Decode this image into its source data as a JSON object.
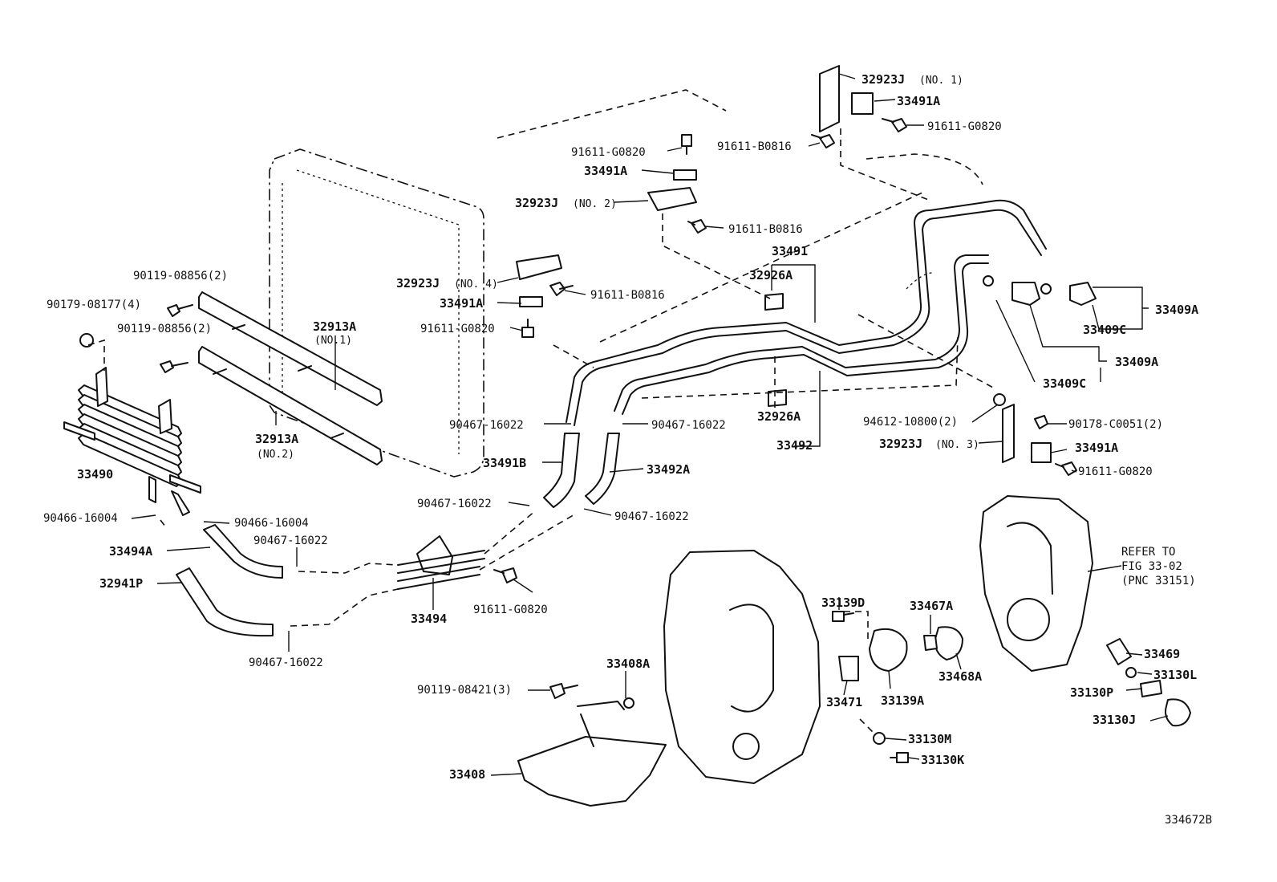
{
  "labels": {
    "l_32923j_no1": "32923J",
    "s_no1": "(NO. 1)",
    "l_33491a_1": "33491A",
    "l_91611g_1": "91611-G0820",
    "l_91611b_1": "91611-B0816",
    "l_91611g_2": "91611-G0820",
    "l_33491a_2": "33491A",
    "l_32923j_no2": "32923J",
    "s_no2": "(NO. 2)",
    "l_91611b_2": "91611-B0816",
    "l_33491": "33491",
    "l_32926a_1": "32926A",
    "l_32923j_no4": "32923J",
    "s_no4": "(NO. 4)",
    "l_91611b_3": "91611-B0816",
    "l_33491a_3": "33491A",
    "l_91611g_3": "91611-G0820",
    "l_90119_1": "90119-08856(2)",
    "l_90179": "90179-08177(4)",
    "l_90119_2": "90119-08856(2)",
    "l_32913a_1": "32913A",
    "s_32913a_no1": "(NO.1)",
    "l_32913a_2": "32913A",
    "s_32913a_no2": "(NO.2)",
    "l_33490": "33490",
    "l_33409a_1": "33409A",
    "l_33409c_1": "33409C",
    "l_33409a_2": "33409A",
    "l_33409c_2": "33409C",
    "l_94612": "94612-10800(2)",
    "l_90178": "90178-C0051(2)",
    "l_32923j_no3": "32923J",
    "s_no3": "(NO. 3)",
    "l_33491a_4": "33491A",
    "l_91611g_4": "91611-G0820",
    "l_32926a_2": "32926A",
    "l_33492": "33492",
    "l_90467_1": "90467-16022",
    "l_90467_2": "90467-16022",
    "l_33491b": "33491B",
    "l_33492a": "33492A",
    "l_90467_3": "90467-16022",
    "l_90467_4": "90467-16022",
    "l_90466_1": "90466-16004",
    "l_90466_2": "90466-16004",
    "l_33494a": "33494A",
    "l_90467_5": "90467-16022",
    "l_32941p": "32941P",
    "l_33494": "33494",
    "l_91611g_5": "91611-G0820",
    "l_90467_6": "90467-16022",
    "l_refer_1": "REFER TO",
    "l_refer_2": "FIG 33-02",
    "l_refer_3": "(PNC 33151)",
    "l_33139d": "33139D",
    "l_33467a": "33467A",
    "l_33469": "33469",
    "l_33130l": "33130L",
    "l_33130p": "33130P",
    "l_33130j": "33130J",
    "l_33468a": "33468A",
    "l_33139a": "33139A",
    "l_33471": "33471",
    "l_33408a": "33408A",
    "l_90119_3": "90119-08421(3)",
    "l_33408": "33408",
    "l_33130m": "33130M",
    "l_33130k": "33130K",
    "l_fig": "334672B"
  }
}
